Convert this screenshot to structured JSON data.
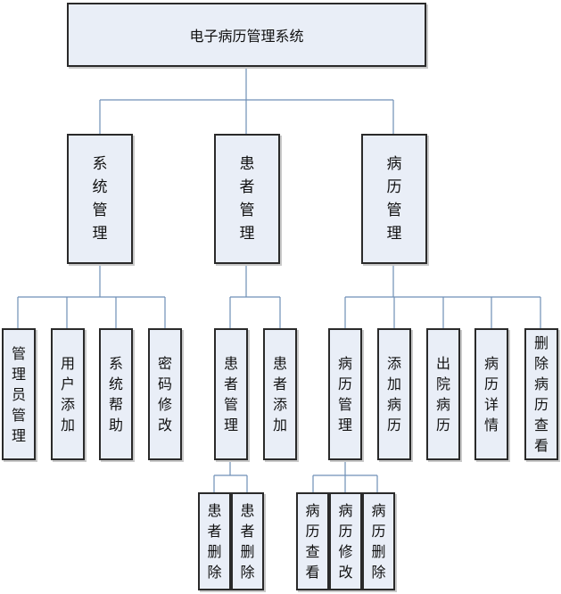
{
  "root": {
    "label": "电子病历管理系统"
  },
  "level1": [
    {
      "label": "系统管理"
    },
    {
      "label": "患者管理"
    },
    {
      "label": "病历管理"
    }
  ],
  "system_children": [
    {
      "label": "管理员管理"
    },
    {
      "label": "用户添加"
    },
    {
      "label": "系统帮助"
    },
    {
      "label": "密码修改"
    }
  ],
  "patient_children": [
    {
      "label": "患者管理"
    },
    {
      "label": "患者添加"
    }
  ],
  "record_children": [
    {
      "label": "病历管理"
    },
    {
      "label": "添加病历"
    },
    {
      "label": "出院病历"
    },
    {
      "label": "病历详情"
    },
    {
      "label": "删除病历查看"
    }
  ],
  "patient_manage_children": [
    {
      "label": "患者删除"
    },
    {
      "label": "患者删除"
    }
  ],
  "record_manage_children": [
    {
      "label": "病历查看"
    },
    {
      "label": "病历修改"
    },
    {
      "label": "病历删除"
    }
  ],
  "colors": {
    "connector": "#6f8fb6",
    "box_fill": "#e9eef7",
    "box_border": "#2a2a2a"
  }
}
